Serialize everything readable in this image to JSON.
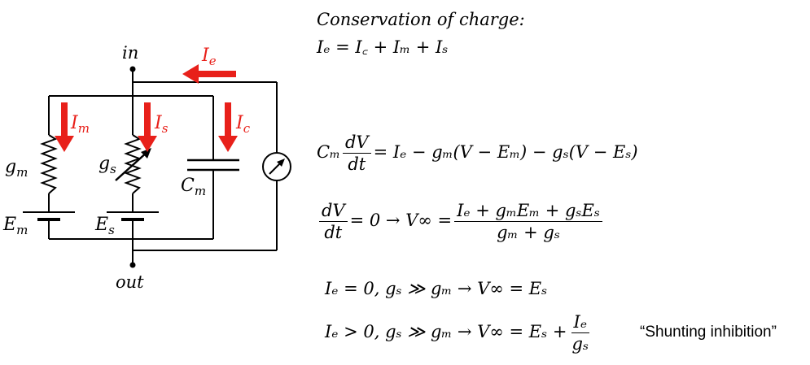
{
  "circuit": {
    "node_in": "in",
    "node_out": "out",
    "labels": {
      "Ie": "I",
      "Ie_sub": "e",
      "Im": "I",
      "Im_sub": "m",
      "Is": "I",
      "Is_sub": "s",
      "Ic": "I",
      "Ic_sub": "c",
      "gm": "g",
      "gm_sub": "m",
      "gs": "g",
      "gs_sub": "s",
      "Cm": "C",
      "Cm_sub": "m",
      "Em": "E",
      "Em_sub": "m",
      "Es": "E",
      "Es_sub": "s"
    },
    "current_color": "#e8201a",
    "wire_color": "#000000"
  },
  "equations": {
    "conservation_title": "Conservation of charge:",
    "eq1": "Iₑ = I꜀ + Iₘ + Iₛ",
    "eq2_lhs": "Cₘ",
    "eq2_rhs": "= Iₑ − gₘ(V − Eₘ) − gₛ(V − Eₛ)",
    "eq3_mid": "= 0 → V∞ =",
    "eq3_num": "Iₑ + gₘEₘ + gₛEₛ",
    "eq3_den": "gₘ + gₛ",
    "eq4": "Iₑ = 0, gₛ ≫ gₘ →  V∞ = Eₛ",
    "eq5": "Iₑ > 0, gₛ ≫ gₘ →  V∞ = Eₛ +",
    "frac_dV": "dV",
    "frac_dt": "dt",
    "frac_Ie": "Iₑ",
    "frac_gs": "gₛ",
    "quote": "“Shunting inhibition”"
  }
}
